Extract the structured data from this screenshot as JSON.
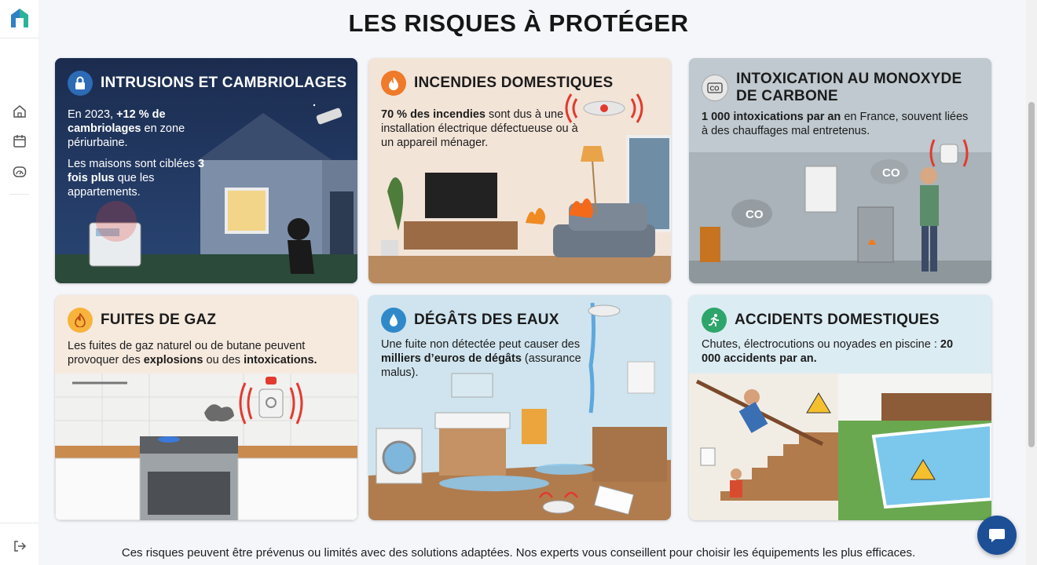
{
  "page": {
    "title": "LES RISQUES À PROTÉGER",
    "footer": "Ces risques peuvent être prévenus ou limités avec des solutions adaptées. Nos experts vous conseillent pour choisir les équipements les plus efficaces."
  },
  "sidebar": {
    "logo_icon": "house-logo-icon",
    "items": [
      {
        "icon": "home-icon"
      },
      {
        "icon": "calendar-icon"
      },
      {
        "icon": "dashboard-gauge-icon"
      }
    ],
    "logout_icon": "logout-icon"
  },
  "cards": [
    {
      "icon": "lock-icon",
      "title": "INTRUSIONS ET CAMBRIOLAGES",
      "p1_a": "En 2023, ",
      "p1_b": "+12 % de cambriolages",
      "p1_c": " en zone périurbaine.",
      "p2_a": "Les maisons sont ciblées ",
      "p2_b": "3 fois plus",
      "p2_c": " que les appartements."
    },
    {
      "icon": "flame-icon",
      "title": "INCENDIES DOMESTIQUES",
      "p1_a": "",
      "p1_b": "70 % des incendies",
      "p1_c": " sont dus à une installation électrique défectueuse ou à un appareil ménager."
    },
    {
      "icon": "co-icon",
      "title": "INTOXICATION AU MONOXYDE DE CARBONE",
      "p1_a": "",
      "p1_b": "1 000 intoxications par an",
      "p1_c": " en France, souvent liées à des chauffages mal entretenus.",
      "scene_label": "CO"
    },
    {
      "icon": "gas-flame-icon",
      "title": "FUITES DE GAZ",
      "p1_a": "Les fuites de gaz naturel ou de butane peuvent provoquer des ",
      "p1_b": "explosions",
      "p1_c": " ou des ",
      "p1_d": "intoxications."
    },
    {
      "icon": "water-drop-icon",
      "title": "DÉGÂTS DES EAUX",
      "p1_a": "Une fuite non détectée peut causer des ",
      "p1_b": "milliers d’euros de dégâts",
      "p1_c": " (assurance malus)."
    },
    {
      "icon": "running-person-icon",
      "title": "ACCIDENTS DOMESTIQUES",
      "p1_a": "Chutes, électrocutions ou noyades en piscine : ",
      "p1_b": "20 000 accidents par an."
    }
  ],
  "chat": {
    "icon": "chat-bubble-icon"
  },
  "colors": {
    "card1_bg": "#1f3358",
    "card2_bg": "#f3e4d8",
    "card3_bg": "#bfc9cf",
    "card4_bg": "#f6eadf",
    "card5_bg": "#cfe4ee",
    "card6_bg": "#dcecf3",
    "chat": "#1d4f97",
    "alert_red": "#e23a2e"
  }
}
